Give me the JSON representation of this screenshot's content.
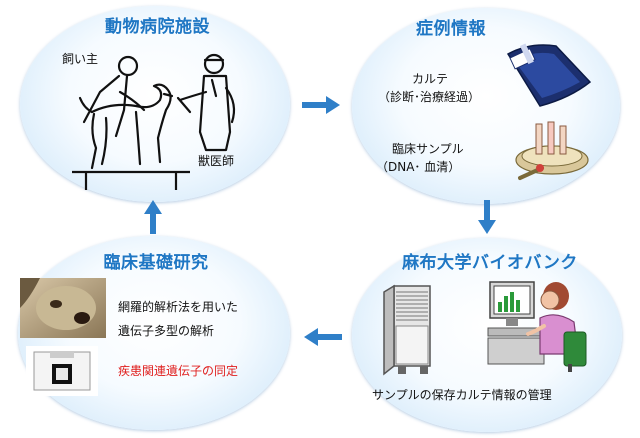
{
  "colors": {
    "heading": "#1f77c4",
    "arrow": "#2f7fc8",
    "highlight_text": "#e0201f",
    "ellipse_edge": "#bcdcf4"
  },
  "nodes": {
    "hospital": {
      "title": "動物病院施設",
      "owner_label": "飼い主",
      "vet_label": "獣医師",
      "icons": [
        "dog-icon",
        "owner-icon",
        "veterinarian-icon"
      ]
    },
    "case_info": {
      "title": "症例情報",
      "chart_label_1": "カルテ",
      "chart_label_2": "（診断･治療経過）",
      "sample_label_1": "臨床サンプル",
      "sample_label_2": "（DNA･ 血清）",
      "icons": [
        "medical-chart-icon",
        "lab-sample-icon"
      ]
    },
    "biobank": {
      "title": "麻布大学バイオバンク",
      "caption": "サンプルの保存カルテ情報の管理",
      "icons": [
        "freezer-icon",
        "computer-operator-icon"
      ]
    },
    "research": {
      "title": "臨床基礎研究",
      "text_1": "網羅的解析法を用いた",
      "text_2": "遺伝子多型の解析",
      "text_3": "疾患関連遺伝子の同定",
      "icons": [
        "dog-photo-icon",
        "dna-chip-icon"
      ]
    }
  }
}
